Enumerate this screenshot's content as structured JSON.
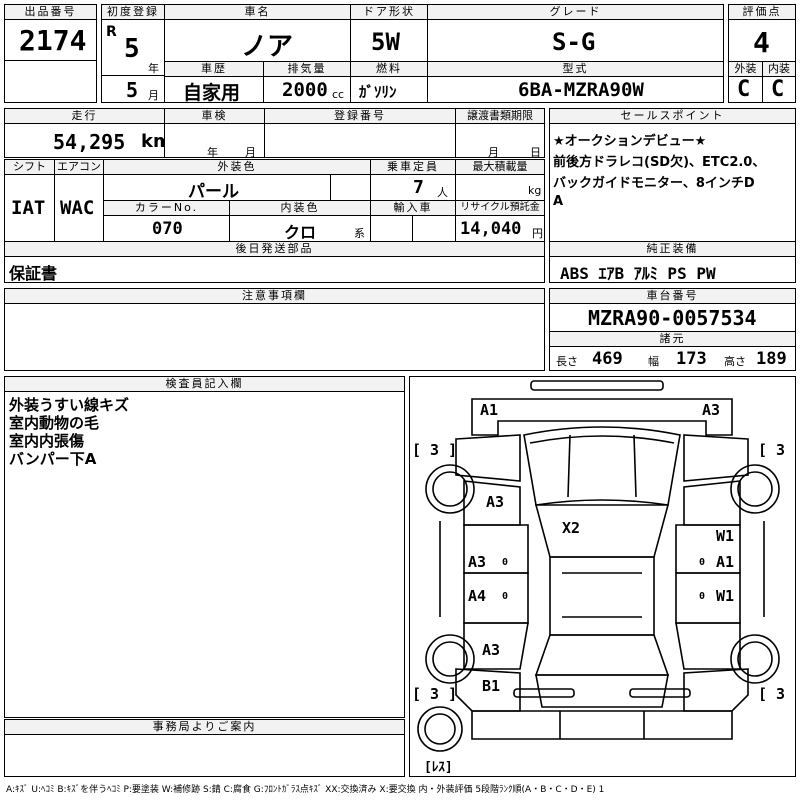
{
  "lot": {
    "label": "出品番号",
    "value": "2174"
  },
  "first_reg": {
    "label": "初度登録",
    "era": "R",
    "year": "5",
    "year_unit": "年",
    "month": "5",
    "month_unit": "月"
  },
  "car_name": {
    "label": "車名",
    "value": "ノア"
  },
  "door": {
    "label": "ドア形状",
    "value": "5W"
  },
  "grade": {
    "label": "グレード",
    "value": "S-G"
  },
  "score": {
    "label": "評価点",
    "value": "4",
    "ext_label": "外装",
    "int_label": "内装",
    "ext_value": "C",
    "int_value": "C"
  },
  "history": {
    "label": "車歴",
    "value": "自家用"
  },
  "displacement": {
    "label": "排気量",
    "value": "2000",
    "unit": "cc"
  },
  "fuel": {
    "label": "燃料",
    "value": "ｶﾞｿﾘﾝ"
  },
  "model": {
    "label": "型式",
    "value": "6BA-MZRA90W"
  },
  "mileage": {
    "label": "走行",
    "value": "54,295",
    "unit": "km"
  },
  "inspection": {
    "label": "車検",
    "year_unit": "年",
    "month_unit": "月"
  },
  "registration": {
    "label": "登録番号"
  },
  "transfer": {
    "label": "譲渡書類期限",
    "month_unit": "月",
    "day_unit": "日"
  },
  "sales_point": {
    "label": "セールスポイント",
    "lines": [
      "★オークションデビュー★",
      "前後方ドラレコ(SD欠)、ETC2.0、",
      "バックガイドモニター、8インチD",
      "A"
    ]
  },
  "shift": {
    "label": "シフト",
    "value": "IAT"
  },
  "aircon": {
    "label": "エアコン",
    "value": "WAC"
  },
  "ext_color": {
    "label": "外装色",
    "value": "パール"
  },
  "capacity": {
    "label": "乗車定員",
    "value": "7",
    "unit": "人"
  },
  "max_load": {
    "label": "最大積載量",
    "unit": "kg"
  },
  "color_no": {
    "label": "カラーNo.",
    "value": "070"
  },
  "int_color": {
    "label": "内装色",
    "value": "クロ",
    "unit": "系"
  },
  "import": {
    "label": "輸入車"
  },
  "recycle": {
    "label": "リサイクル預託金",
    "value": "14,040",
    "unit": "円"
  },
  "later_parts": {
    "label": "後日発送部品",
    "value": "保証書"
  },
  "genuine": {
    "label": "純正装備",
    "value": "ABS ｴｱB ｱﾙﾐ PS PW"
  },
  "notes": {
    "label": "注意事項欄"
  },
  "chassis": {
    "label": "車台番号",
    "value": "MZRA90-0057534"
  },
  "dims": {
    "label": "諸元",
    "length_label": "長さ",
    "length": "469",
    "width_label": "幅",
    "width": "173",
    "height_label": "高さ",
    "height": "189"
  },
  "inspector": {
    "label": "検査員記入欄",
    "lines": [
      "外装うすい線キズ",
      "室内動物の毛",
      "室内内張傷",
      "バンパー下A"
    ]
  },
  "office": {
    "label": "事務局よりご案内"
  },
  "diagram": {
    "marks": [
      "A1",
      "A3",
      "A3",
      "X2",
      "W1",
      "A3",
      "A1",
      "A4",
      "W1",
      "A3",
      "B1"
    ],
    "tires": [
      "[ 3 ]",
      "[ 3 ]",
      "[ 3 ]",
      "[ 3 ]"
    ],
    "spare": "[ﾚｽ]",
    "zeros": [
      "0",
      "0",
      "0",
      "0"
    ]
  },
  "legend": "A:ｷｽﾞ U:ﾍｺﾐ B:ｷｽﾞを伴うﾍｺﾐ P:要塗装 W:補修跡 S:錆 C:腐食 G:ﾌﾛﾝﾄｶﾞﾗｽ点ｷｽﾞ XX:交換済み X:要交換  内・外装評価 5段階ﾗﾝｸ順(A・B・C・D・E) 1"
}
